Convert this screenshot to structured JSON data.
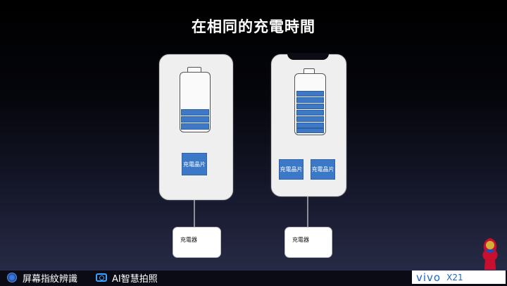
{
  "slide": {
    "title": "在相同的充電時間"
  },
  "phone_single": {
    "chip_label": "充電晶片",
    "charger_label": "充電器",
    "battery_bars": 3
  },
  "phone_dual": {
    "chip_labels": [
      "充電晶片",
      "充電晶片"
    ],
    "charger_label": "充電器",
    "battery_bars": 7
  },
  "footer": {
    "feature1": "屏幕指紋辨識",
    "feature2": "AI智慧拍照",
    "brand": "vivo",
    "model": "X21"
  },
  "colors": {
    "bar": "#3f79c6",
    "chip": "#3b78c7",
    "brand_blue": "#1a66c8"
  }
}
